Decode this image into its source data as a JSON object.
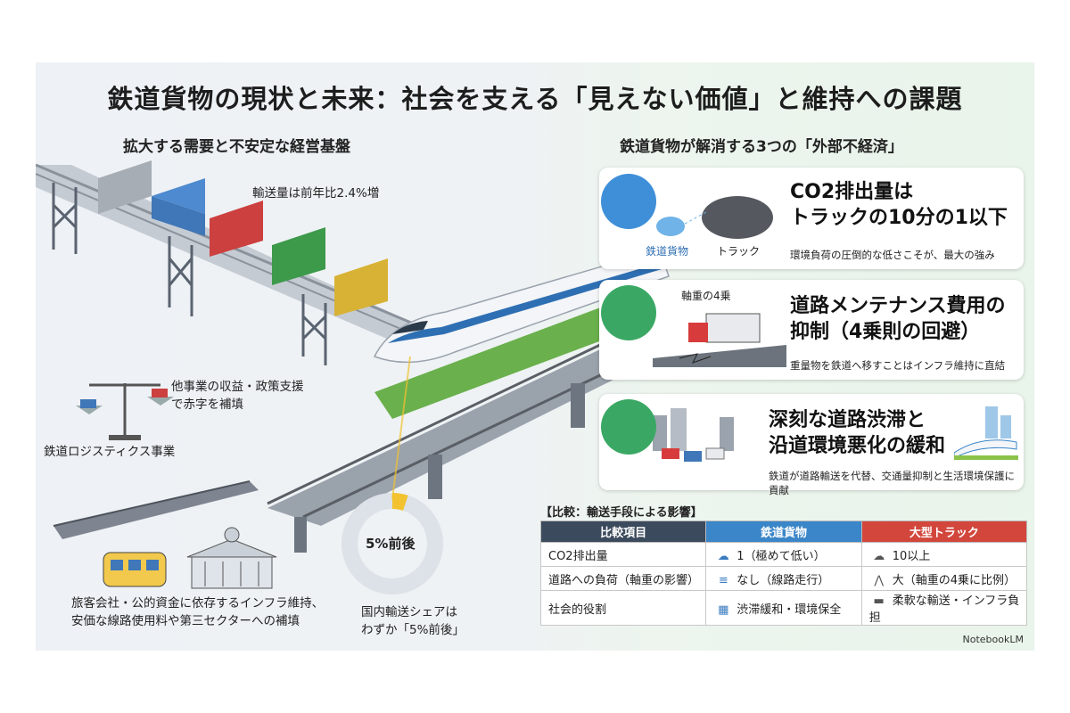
{
  "title": "鉄道貨物の現状と未来：社会を支える「見えない価値」と維持への課題",
  "left": {
    "heading": "拡大する需要と不安定な経営基盤",
    "volume_label": "輸送量は前年比2.4%増",
    "subsidy_label": "他事業の収益・政策支援で赤字を補填",
    "subsidy_line1": "他事業の収益・政策支援",
    "subsidy_line2": "で赤字を補填",
    "logistics_label": "鉄道ロジスティクス事業",
    "dependency_line1": "旅客会社・公的資金に依存するインフラ維持、",
    "dependency_line2": "安価な線路使用料や第三セクターへの補填",
    "share_center": "5%前後",
    "share_line1": "国内輸送シェアは",
    "share_line2": "わずか「5%前後」",
    "share_value": 5
  },
  "right": {
    "heading": "鉄道貨物が解消する3つの「外部不経済」",
    "cards": [
      {
        "heading_line1": "CO2排出量は",
        "heading_line2": "トラックの10分の1以下",
        "desc": "環境負荷の圧倒的な低さこそが、最大の強み",
        "label_a": "鉄道貨物",
        "label_b": "トラック"
      },
      {
        "heading_line1": "道路メンテナンス費用の",
        "heading_line2": "抑制（4乗則の回避）",
        "desc": "重量物を鉄道へ移すことはインフラ維持に直結",
        "label_a": "軸重の4乗"
      },
      {
        "heading_line1": "深刻な道路渋滞と",
        "heading_line2": "沿道環境悪化の緩和",
        "desc": "鉄道が道路輸送を代替、交通量抑制と生活環境保護に貢献"
      }
    ]
  },
  "comparison": {
    "title": "【比較：輸送手段による影響】",
    "headers": [
      "比較項目",
      "鉄道貨物",
      "大型トラック"
    ],
    "rows": [
      [
        "CO2排出量",
        "1（極めて低い）",
        "10以上"
      ],
      [
        "道路への負荷（軸重の影響）",
        "なし（線路走行）",
        "大（軸重の4乗に比例）"
      ],
      [
        "社会的役割",
        "渋滞緩和・環境保全",
        "柔軟な輸送・インフラ負担"
      ]
    ],
    "header_colors": [
      "#3b4a5c",
      "#3a86c8",
      "#d2463c"
    ]
  },
  "watermark": "NotebookLM"
}
